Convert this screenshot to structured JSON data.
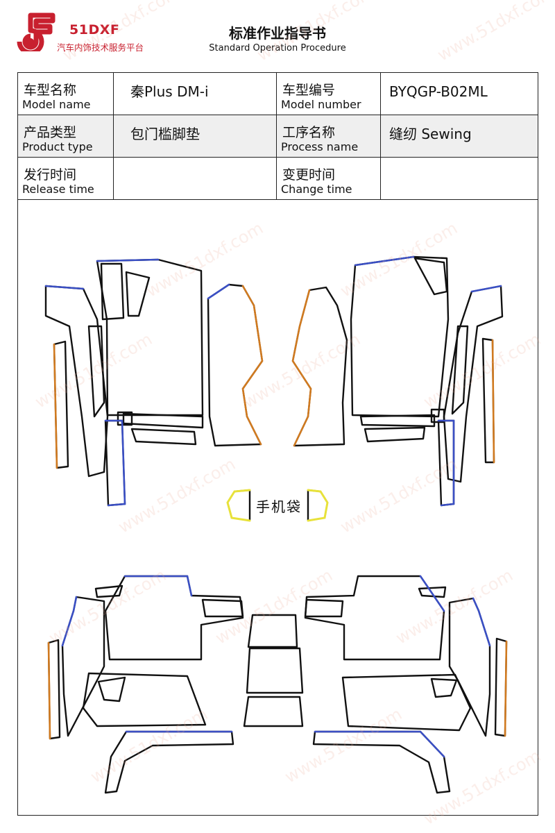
{
  "header": {
    "logo_name": "51DXF",
    "logo_subtitle": "汽车内饰技术服务平台",
    "title": "标准作业指导书",
    "subtitle": "Standard Operation Procedure"
  },
  "info_table": {
    "rows": [
      [
        {
          "cn": "车型名称",
          "en": "Model name"
        },
        {
          "value": "秦Plus DM-i"
        },
        {
          "cn": "车型编号",
          "en": "Model number"
        },
        {
          "value": "BYQGP-B02ML"
        }
      ],
      [
        {
          "cn": "产品类型",
          "en": "Product type"
        },
        {
          "value": "包门槛脚垫"
        },
        {
          "cn": "工序名称",
          "en": "Process name"
        },
        {
          "value": "缝纫 Sewing"
        }
      ],
      [
        {
          "cn": "发行时间",
          "en": "Release time"
        },
        {
          "value": ""
        },
        {
          "cn": "变更时间",
          "en": "Change time"
        },
        {
          "value": ""
        }
      ]
    ]
  },
  "diagram": {
    "phone_bag_label": "手机袋"
  },
  "watermark": "www.51dxf.com",
  "colors": {
    "brand_red": "#c8202f",
    "outline_black": "#111111",
    "edge_blue": "#3a4fc4",
    "edge_orange": "#d07a20",
    "edge_yellow": "#e8e23a",
    "shade_gray": "#efefef"
  }
}
